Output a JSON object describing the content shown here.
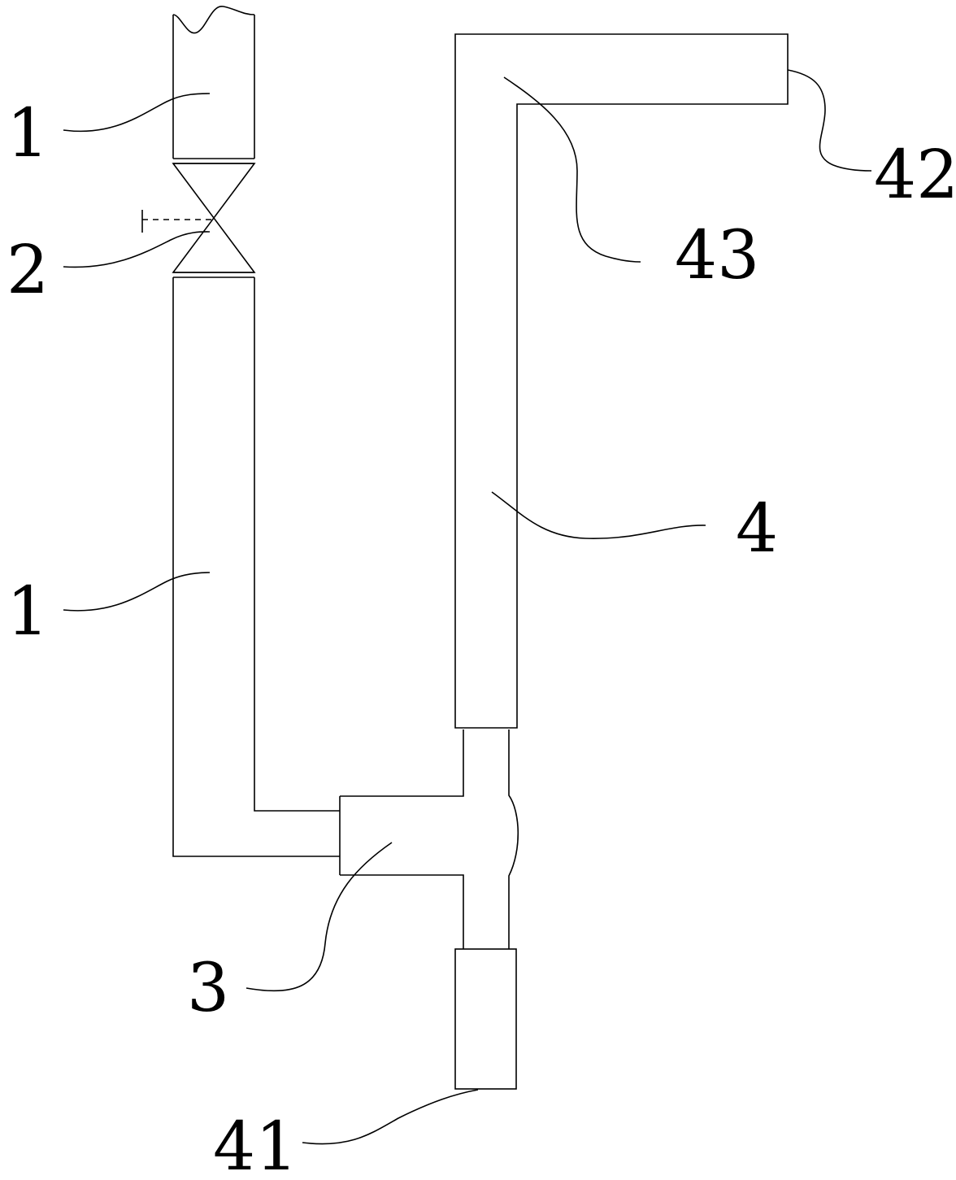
{
  "labels": {
    "pipe_upper": "1",
    "valve": "2",
    "pipe_lower": "1",
    "tee": "3",
    "riser": "4",
    "bottom_fitting": "41",
    "horizontal_arm": "42",
    "elbow": "43"
  },
  "colors": {
    "line": "#000000",
    "background": "#ffffff"
  }
}
